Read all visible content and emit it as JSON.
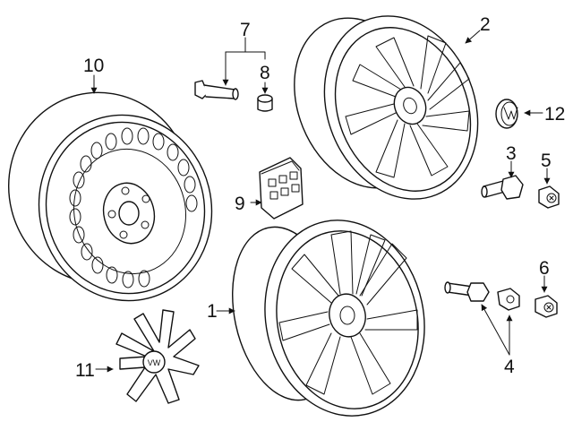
{
  "diagram": {
    "callouts": {
      "c1": "1",
      "c2": "2",
      "c3": "3",
      "c4": "4",
      "c5": "5",
      "c6": "6",
      "c7": "7",
      "c8": "8",
      "c9": "9",
      "c10": "10",
      "c11": "11",
      "c12": "12"
    },
    "emblem_text": "VW"
  }
}
